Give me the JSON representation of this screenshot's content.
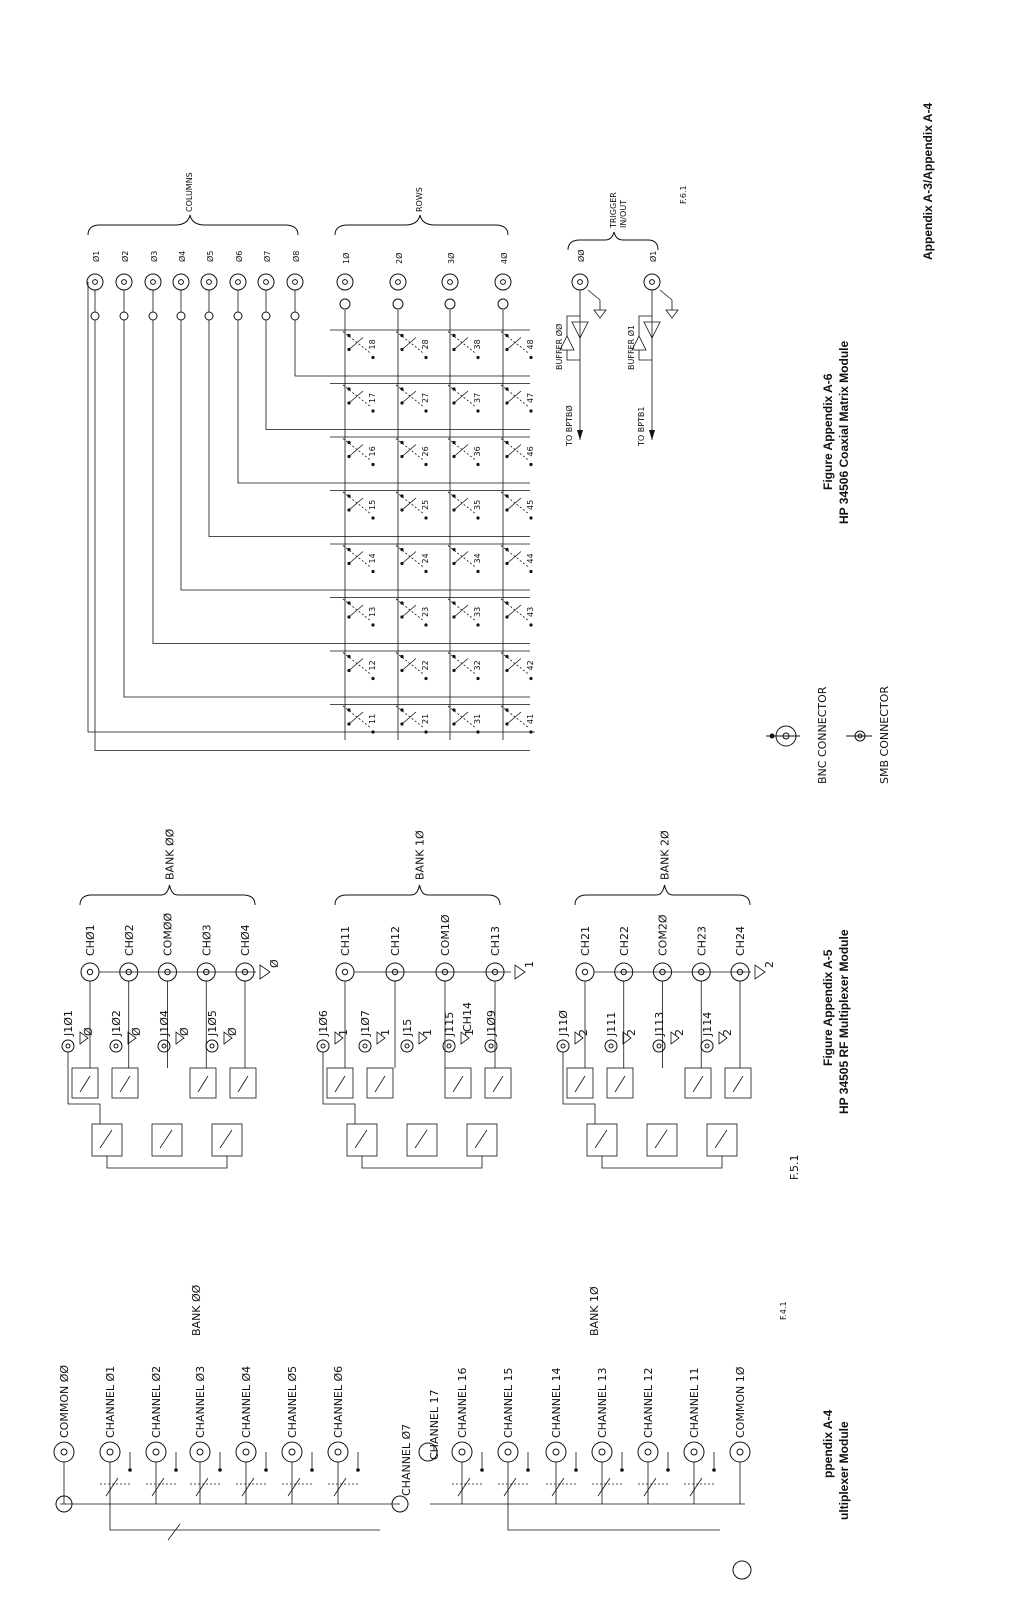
{
  "page_label": "Appendix A-3/Appendix A-4",
  "figure_a4": {
    "caption_line1": "ppendix A-4",
    "caption_line2": "ultiplexer Module",
    "ref": "F.4.1",
    "bank0_label": "BANK ØØ",
    "bank1_label": "BANK 1Ø",
    "bank0_channels": [
      "COMMON ØØ",
      "CHANNEL Ø1",
      "CHANNEL Ø2",
      "CHANNEL Ø3",
      "CHANNEL Ø4",
      "CHANNEL Ø5",
      "CHANNEL Ø6"
    ],
    "channel07": "CHANNEL Ø7",
    "channel17": "CHANNEL 17",
    "bank1_channels": [
      "CHANNEL 16",
      "CHANNEL 15",
      "CHANNEL 14",
      "CHANNEL 13",
      "CHANNEL 12",
      "CHANNEL 11",
      "COMMON 1Ø"
    ]
  },
  "figure_a5": {
    "caption_line1": "Figure Appendix A-5",
    "caption_line2": "HP 34505 RF Multiplexer Module",
    "ref": "F.5.1",
    "banks": [
      {
        "label": "BANK ØØ",
        "ground": "Ø",
        "top": [
          "CHØ1",
          "CHØ2",
          "COMØØ",
          "CHØ3",
          "CHØ4"
        ],
        "jacks": [
          "J1Ø1",
          "J1Ø2",
          "J1Ø4",
          "J1Ø5"
        ],
        "jack_grounds": [
          "Ø",
          "Ø",
          "Ø",
          "Ø"
        ]
      },
      {
        "label": "BANK 1Ø",
        "ground": "1",
        "top": [
          "CH11",
          "CH12",
          "COM1Ø",
          "CH13"
        ],
        "jacks": [
          "J1Ø6",
          "J1Ø7",
          "J15",
          "J115",
          "J1Ø9"
        ],
        "jack_grounds": [
          "1",
          "1",
          "1",
          "1"
        ],
        "extra": "CH14"
      },
      {
        "label": "BANK 2Ø",
        "ground": "2",
        "top": [
          "CH21",
          "CH22",
          "COM2Ø",
          "CH23",
          "CH24"
        ],
        "jacks": [
          "J11Ø",
          "J111",
          "J113",
          "J114"
        ],
        "jack_grounds": [
          "2",
          "2",
          "2",
          "2"
        ]
      }
    ]
  },
  "figure_a6": {
    "caption_line1": "Figure Appendix A-6",
    "caption_line2": "HP 34506 Coaxial Matrix Module",
    "ref": "F.6.1",
    "columns_label": "COLUMNS",
    "rows_label": "ROWS",
    "trigger_label_1": "TRIGGER",
    "trigger_label_2": "IN/OUT",
    "columns": [
      "Ø1",
      "Ø2",
      "Ø3",
      "Ø4",
      "Ø5",
      "Ø6",
      "Ø7",
      "Ø8"
    ],
    "rows": [
      "1Ø",
      "2Ø",
      "3Ø",
      "4Ø"
    ],
    "triggers": [
      "ØØ",
      "Ø1"
    ],
    "buffers": [
      "BUFFER ØØ",
      "BUFFER Ø1"
    ],
    "outputs": [
      "TO BPTBØ",
      "TO BPTB1"
    ],
    "switches": [
      [
        "11",
        "12",
        "13",
        "14",
        "15",
        "16",
        "17",
        "18"
      ],
      [
        "21",
        "22",
        "23",
        "24",
        "25",
        "26",
        "27",
        "28"
      ],
      [
        "31",
        "32",
        "33",
        "34",
        "35",
        "36",
        "37",
        "38"
      ],
      [
        "41",
        "42",
        "43",
        "44",
        "45",
        "46",
        "47",
        "48"
      ]
    ]
  },
  "legend": {
    "bnc": "BNC CONNECTOR",
    "smb": "SMB CONNECTOR"
  }
}
